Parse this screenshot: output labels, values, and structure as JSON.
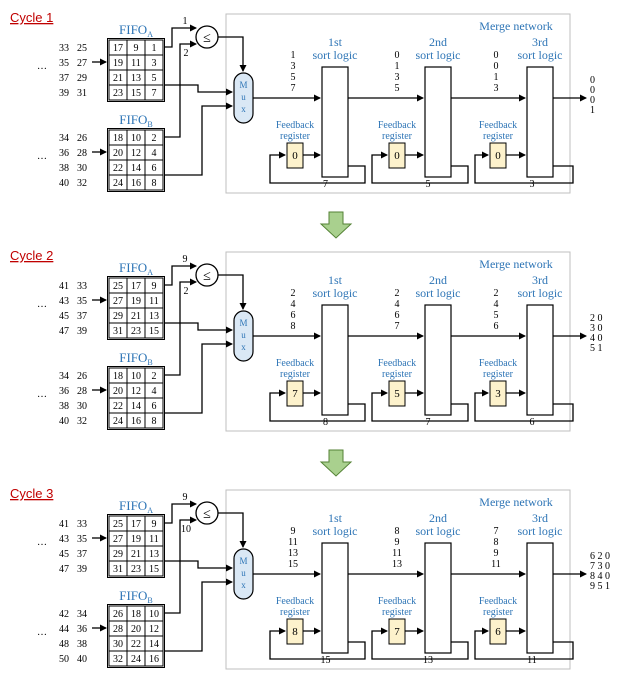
{
  "colors": {
    "cycle_title": "#c00000",
    "label_blue": "#2e75b6",
    "feedback_fill": "#fdf2cc",
    "arrow_green": "#a9d08e",
    "arrow_green_edge": "#548235",
    "panel_edge": "#bfbfbf"
  },
  "icons": {
    "comparator": "less-or-equal-circle",
    "between_cycles": "green-down-arrow"
  },
  "labels": {
    "fifo": "FIFO",
    "fifo_a_sub": "A",
    "fifo_b_sub": "B",
    "merge_network": "Merge network",
    "mux_letters": [
      "M",
      "u",
      "x"
    ],
    "comparator_symbol": "≤",
    "ellipsis": "…",
    "feedback_register": [
      "Feedback",
      "register"
    ],
    "sort_logic_ordinals": [
      "1st",
      "2nd",
      "3rd"
    ],
    "sort_logic_text": "sort logic"
  },
  "cycles": [
    {
      "title": "Cycle 1",
      "input_a": [
        [
          "33",
          "25"
        ],
        [
          "35",
          "27"
        ],
        [
          "37",
          "29"
        ],
        [
          "39",
          "31"
        ]
      ],
      "fifo_a": [
        [
          "17",
          "9",
          "1"
        ],
        [
          "19",
          "11",
          "3"
        ],
        [
          "21",
          "13",
          "5"
        ],
        [
          "23",
          "15",
          "7"
        ]
      ],
      "input_b": [
        [
          "34",
          "26"
        ],
        [
          "36",
          "28"
        ],
        [
          "38",
          "30"
        ],
        [
          "40",
          "32"
        ]
      ],
      "fifo_b": [
        [
          "18",
          "10",
          "2"
        ],
        [
          "20",
          "12",
          "4"
        ],
        [
          "22",
          "14",
          "6"
        ],
        [
          "24",
          "16",
          "8"
        ]
      ],
      "cmp_in": [
        "1",
        "2"
      ],
      "stage_inputs": [
        [
          "1",
          "3",
          "5",
          "7"
        ],
        [
          "0",
          "1",
          "3",
          "5"
        ],
        [
          "0",
          "0",
          "1",
          "3"
        ]
      ],
      "feedback_values": [
        "0",
        "0",
        "0"
      ],
      "loop_values": [
        "7",
        "5",
        "3"
      ],
      "output": [
        "0",
        "0",
        "0",
        "1"
      ]
    },
    {
      "title": "Cycle 2",
      "input_a": [
        [
          "41",
          "33"
        ],
        [
          "43",
          "35"
        ],
        [
          "45",
          "37"
        ],
        [
          "47",
          "39"
        ]
      ],
      "fifo_a": [
        [
          "25",
          "17",
          "9"
        ],
        [
          "27",
          "19",
          "11"
        ],
        [
          "29",
          "21",
          "13"
        ],
        [
          "31",
          "23",
          "15"
        ]
      ],
      "input_b": [
        [
          "34",
          "26"
        ],
        [
          "36",
          "28"
        ],
        [
          "38",
          "30"
        ],
        [
          "40",
          "32"
        ]
      ],
      "fifo_b": [
        [
          "18",
          "10",
          "2"
        ],
        [
          "20",
          "12",
          "4"
        ],
        [
          "22",
          "14",
          "6"
        ],
        [
          "24",
          "16",
          "8"
        ]
      ],
      "cmp_in": [
        "9",
        "2"
      ],
      "stage_inputs": [
        [
          "2",
          "4",
          "6",
          "8"
        ],
        [
          "2",
          "4",
          "6",
          "7"
        ],
        [
          "2",
          "4",
          "5",
          "6"
        ]
      ],
      "feedback_values": [
        "7",
        "5",
        "3"
      ],
      "loop_values": [
        "8",
        "7",
        "6"
      ],
      "output": [
        "2 0",
        "3 0",
        "4 0",
        "5 1"
      ]
    },
    {
      "title": "Cycle 3",
      "input_a": [
        [
          "41",
          "33"
        ],
        [
          "43",
          "35"
        ],
        [
          "45",
          "37"
        ],
        [
          "47",
          "39"
        ]
      ],
      "fifo_a": [
        [
          "25",
          "17",
          "9"
        ],
        [
          "27",
          "19",
          "11"
        ],
        [
          "29",
          "21",
          "13"
        ],
        [
          "31",
          "23",
          "15"
        ]
      ],
      "input_b": [
        [
          "42",
          "34"
        ],
        [
          "44",
          "36"
        ],
        [
          "48",
          "38"
        ],
        [
          "50",
          "40"
        ]
      ],
      "fifo_b": [
        [
          "26",
          "18",
          "10"
        ],
        [
          "28",
          "20",
          "12"
        ],
        [
          "30",
          "22",
          "14"
        ],
        [
          "32",
          "24",
          "16"
        ]
      ],
      "cmp_in": [
        "9",
        "10"
      ],
      "stage_inputs": [
        [
          "9",
          "11",
          "13",
          "15"
        ],
        [
          "8",
          "9",
          "11",
          "13"
        ],
        [
          "7",
          "8",
          "9",
          "11"
        ]
      ],
      "feedback_values": [
        "8",
        "7",
        "6"
      ],
      "loop_values": [
        "15",
        "13",
        "11"
      ],
      "output": [
        "6 2 0",
        "7 3 0",
        "8 4 0",
        "9 5 1"
      ]
    }
  ]
}
